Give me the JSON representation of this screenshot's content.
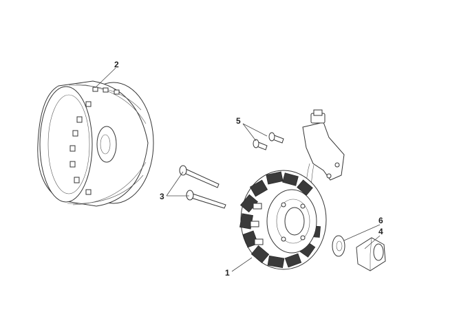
{
  "diagram": {
    "callouts": [
      {
        "id": "1",
        "label": "1"
      },
      {
        "id": "2",
        "label": "2"
      },
      {
        "id": "3",
        "label": "3"
      },
      {
        "id": "4",
        "label": "4"
      },
      {
        "id": "5",
        "label": "5"
      },
      {
        "id": "6",
        "label": "6"
      }
    ],
    "colors": {
      "line": "#333333",
      "lamination": "#3a3a3a",
      "background": "#ffffff"
    }
  }
}
